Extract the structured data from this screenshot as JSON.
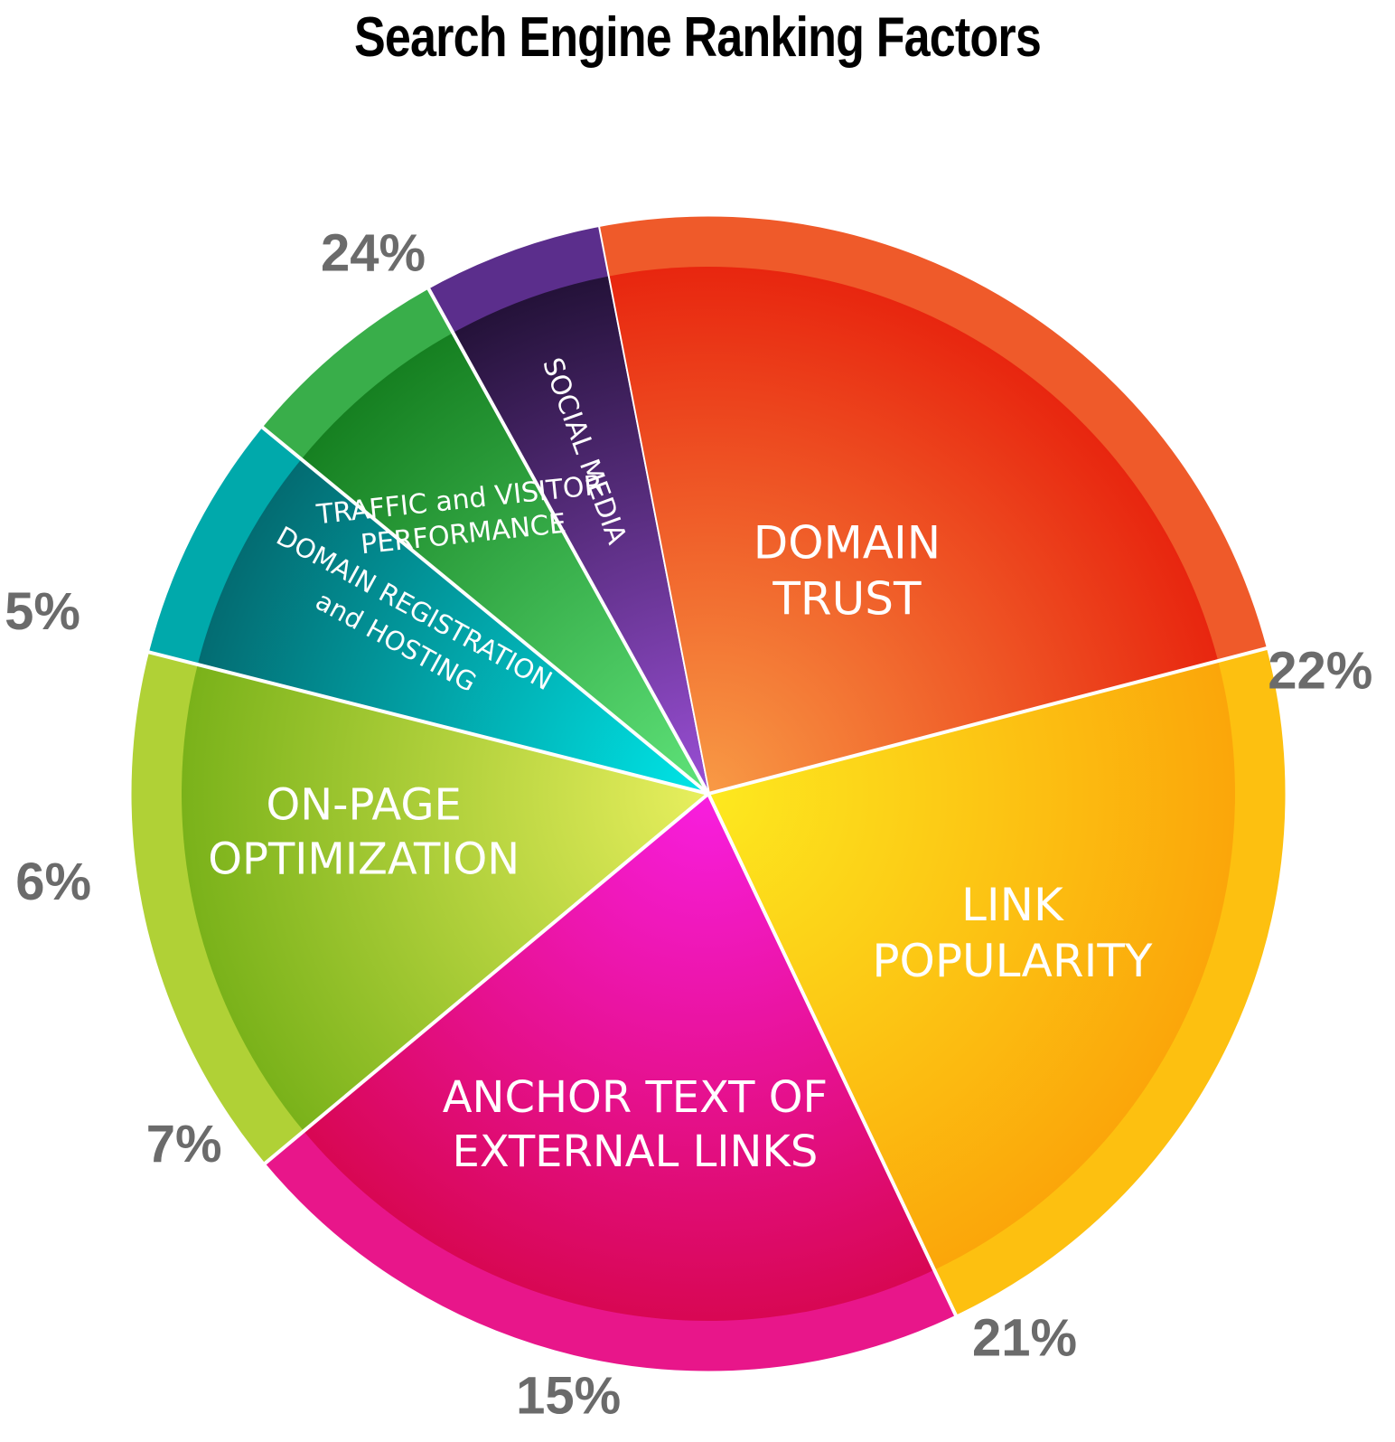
{
  "chart_data": {
    "type": "pie",
    "title": "Search Engine Ranking Factors",
    "slices": [
      {
        "label_lines": [
          "DOMAIN",
          "TRUST"
        ],
        "value": 24,
        "display": "24%",
        "color_outer": "#ef5a2a",
        "color_inner": "#e8260f",
        "color_center": "#f89a45"
      },
      {
        "label_lines": [
          "LINK",
          "POPULARITY"
        ],
        "value": 22,
        "display": "22%",
        "color_outer": "#fdc010",
        "color_inner": "#fba60a",
        "color_center": "#fde91f"
      },
      {
        "label_lines": [
          "ANCHOR TEXT OF",
          "EXTERNAL LINKS"
        ],
        "value": 21,
        "display": "21%",
        "color_outer": "#e8168a",
        "color_inner": "#d80753",
        "color_center": "#f81ee0"
      },
      {
        "label_lines": [
          "ON-PAGE",
          "OPTIMIZATION"
        ],
        "value": 15,
        "display": "15%",
        "color_outer": "#b0d136",
        "color_inner": "#7ab21a",
        "color_center": "#e8ef5e"
      },
      {
        "label_lines": [
          "DOMAIN REGISTRATION",
          "and HOSTING"
        ],
        "value": 7,
        "display": "7%",
        "color_outer": "#00a9ab",
        "color_inner": "#036c72",
        "color_center": "#00e6e8"
      },
      {
        "label_lines": [
          "TRAFFIC and VISITOR",
          "PERFORMANCE"
        ],
        "value": 6,
        "display": "6%",
        "color_outer": "#39ae4a",
        "color_inner": "#168021",
        "color_center": "#5fe37a"
      },
      {
        "label_lines": [
          "SOCIAL MEDIA"
        ],
        "value": 5,
        "display": "5%",
        "color_outer": "#5b2e8c",
        "color_inner": "#241239",
        "color_center": "#9a4fd6"
      }
    ]
  }
}
